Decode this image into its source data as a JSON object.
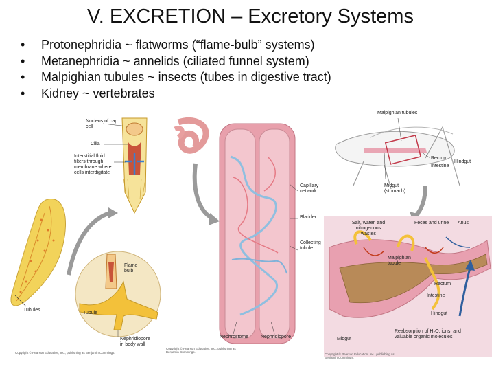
{
  "slide": {
    "title": "V.  EXCRETION – Excretory Systems",
    "bullets": [
      "Protonephridia ~ flatworms (“flame-bulb” systems)",
      "Metanephridia ~ annelids (ciliated funnel system)",
      "Malpighian tubules ~ insects (tubes in digestive tract)",
      "Kidney ~ vertebrates"
    ]
  },
  "flatworm_figure": {
    "labels": {
      "nucleus": "Nucleus of cap cell",
      "cilia": "Cilia",
      "interstitial": "Interstitial fluid filters through membrane where cells interdigitate",
      "flame_bulb": "Flame bulb",
      "tubules": "Tubules",
      "tubule": "Tubule",
      "nephridiopore": "Nephridiopore in body wall"
    },
    "credit": "Copyright © Pearson Education, Inc., publishing as Benjamin Cummings."
  },
  "annelid_figure": {
    "labels": {
      "capillary": "Capillary network",
      "bladder": "Bladder",
      "collecting": "Collecting tubule",
      "nephrostome": "Nephrostome",
      "nephridiopore": "Nephridiopore"
    },
    "credit": "Copyright © Pearson Education, Inc., publishing as Benjamin Cummings."
  },
  "insect_figure": {
    "labels": {
      "malpighian_top": "Malpighian tubules",
      "rectum_top": "Rectum",
      "intestine_top": "Intestine",
      "hindgut_top": "Hindgut",
      "midgut_top": "Midgut (stomach)",
      "salt_water": "Salt, water, and nitrogenous wastes",
      "feces": "Feces and urine",
      "anus": "Anus",
      "malpighian_bottom": "Malpighian tubule",
      "rectum_bottom": "Rectum",
      "intestine_bottom": "Intestine",
      "hindgut_bottom": "Hindgut",
      "midgut_bottom": "Midgut",
      "reabsorption": "Reabsorption of H₂O, ions, and valuable organic molecules"
    },
    "credit": "Copyright © Pearson Education, Inc., publishing as Benjamin Cummings."
  },
  "colors": {
    "flatworm_yellow": "#f2d35a",
    "tube_orange": "#e8a64e",
    "annelid_pink": "#e89aa8",
    "capillary_blue": "#8fbfe0",
    "gut_brown": "#b88a58",
    "arrow_gray": "#9a9a9a",
    "arrow_blue": "#2f5f9e"
  }
}
